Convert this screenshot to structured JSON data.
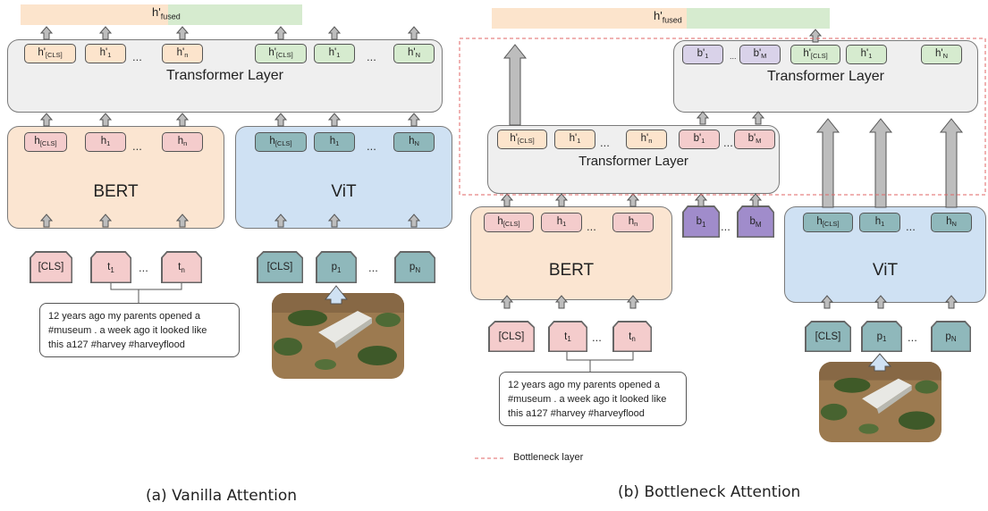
{
  "colors": {
    "text_orange": "#fce4cc",
    "text_green": "#d6ebcf",
    "token_pink": "#f4cccc",
    "token_teal": "#8fb8bb",
    "token_purple_light": "#d9d2e9",
    "token_purple_dark": "#a08ccb",
    "bert_bg": "#fbe5d1",
    "vit_bg": "#cfe1f3",
    "transformer_bg": "#efefef",
    "bottleneck_line": "#e06666"
  },
  "icons": {
    "arrow": "up-arrow-icon",
    "photo": "flooded-building-photo"
  },
  "left": {
    "fused_label": "h'",
    "fused_sub": "fused",
    "transformer_title": "Transformer Layer",
    "transformer_tokens": [
      {
        "main": "h'",
        "sub": "[CLS]"
      },
      {
        "main": "h'",
        "sub": "1"
      },
      {
        "main": "h'",
        "sub": "n"
      },
      {
        "main": "h'",
        "sub": "[CLS]"
      },
      {
        "main": "h'",
        "sub": "1"
      },
      {
        "main": "h'",
        "sub": "N"
      }
    ],
    "bert_title": "BERT",
    "bert_tokens": [
      {
        "main": "h",
        "sub": "[CLS]"
      },
      {
        "main": "h",
        "sub": "1"
      },
      {
        "main": "h",
        "sub": "n"
      }
    ],
    "vit_title": "ViT",
    "vit_tokens": [
      {
        "main": "h",
        "sub": "[CLS]"
      },
      {
        "main": "h",
        "sub": "1"
      },
      {
        "main": "h",
        "sub": "N"
      }
    ],
    "text_inputs": [
      {
        "main": "[CLS]",
        "sub": ""
      },
      {
        "main": "t",
        "sub": "1"
      },
      {
        "main": "t",
        "sub": "n"
      }
    ],
    "image_inputs": [
      {
        "main": "[CLS]",
        "sub": ""
      },
      {
        "main": "p",
        "sub": "1"
      },
      {
        "main": "p",
        "sub": "N"
      }
    ],
    "dots": "...",
    "tweet_lines": [
      "12 years ago my parents opened a",
      "#museum . a week ago it looked like",
      "this a127 #harvey #harveyflood"
    ],
    "caption": "(a) Vanilla Attention"
  },
  "right": {
    "fused_label": "h'",
    "fused_sub": "fused",
    "upper_transformer_title": "Transformer Layer",
    "upper_tokens": [
      {
        "main": "b'",
        "sub": "1"
      },
      {
        "main": "b'",
        "sub": "M"
      },
      {
        "main": "h'",
        "sub": "[CLS]"
      },
      {
        "main": "h'",
        "sub": "1"
      },
      {
        "main": "h'",
        "sub": "N"
      }
    ],
    "lower_transformer_title": "Transformer Layer",
    "lower_tokens": [
      {
        "main": "h'",
        "sub": "[CLS]"
      },
      {
        "main": "h'",
        "sub": "1"
      },
      {
        "main": "h'",
        "sub": "n"
      },
      {
        "main": "b'",
        "sub": "1"
      },
      {
        "main": "b'",
        "sub": "M"
      }
    ],
    "bert_title": "BERT",
    "bert_tokens": [
      {
        "main": "h",
        "sub": "[CLS]"
      },
      {
        "main": "h",
        "sub": "1"
      },
      {
        "main": "h",
        "sub": "n"
      }
    ],
    "bottleneck_inputs": [
      {
        "main": "b",
        "sub": "1"
      },
      {
        "main": "b",
        "sub": "M"
      }
    ],
    "vit_title": "ViT",
    "vit_tokens": [
      {
        "main": "h",
        "sub": "[CLS]"
      },
      {
        "main": "h",
        "sub": "1"
      },
      {
        "main": "h",
        "sub": "N"
      }
    ],
    "text_inputs": [
      {
        "main": "[CLS]",
        "sub": ""
      },
      {
        "main": "t",
        "sub": "1"
      },
      {
        "main": "t",
        "sub": "n"
      }
    ],
    "image_inputs": [
      {
        "main": "[CLS]",
        "sub": ""
      },
      {
        "main": "p",
        "sub": "1"
      },
      {
        "main": "p",
        "sub": "N"
      }
    ],
    "dots": "...",
    "tweet_lines": [
      "12 years ago my parents opened a",
      "#museum . a week ago it looked like",
      "this a127 #harvey #harveyflood"
    ],
    "legend_label": "Bottleneck layer",
    "caption": "(b) Bottleneck Attention"
  }
}
